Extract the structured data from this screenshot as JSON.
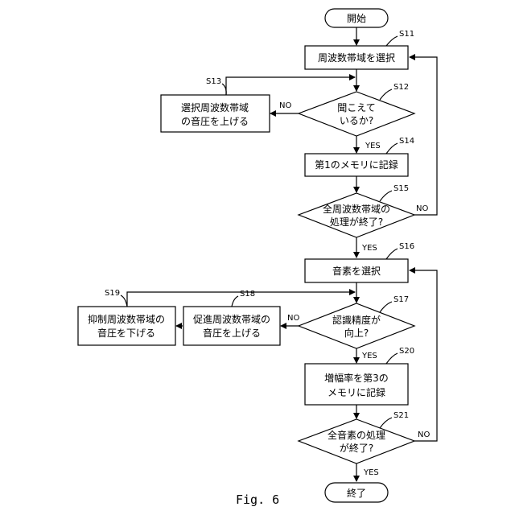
{
  "nodes": {
    "start": "開始",
    "s11": "周波数帯域を選択",
    "s12_l1": "聞こえて",
    "s12_l2": "いるか?",
    "s13_l1": "選択周波数帯域",
    "s13_l2": "の音圧を上げる",
    "s14": "第1のメモリに記録",
    "s15_l1": "全周波数帯域の",
    "s15_l2": "処理が終了?",
    "s16": "音素を選択",
    "s17_l1": "認識精度が",
    "s17_l2": "向上?",
    "s18_l1": "促進周波数帯域の",
    "s18_l2": "音圧を上げる",
    "s19_l1": "抑制周波数帯域の",
    "s19_l2": "音圧を下げる",
    "s20_l1": "増幅率を第3の",
    "s20_l2": "メモリに記録",
    "s21_l1": "全音素の処理",
    "s21_l2": "が終了?",
    "end": "終了"
  },
  "step_labels": {
    "s11": "S11",
    "s12": "S12",
    "s13": "S13",
    "s14": "S14",
    "s15": "S15",
    "s16": "S16",
    "s17": "S17",
    "s18": "S18",
    "s19": "S19",
    "s20": "S20",
    "s21": "S21"
  },
  "edge_labels": {
    "s12_no": "NO",
    "s12_yes": "YES",
    "s15_no": "NO",
    "s15_yes": "YES",
    "s17_no": "NO",
    "s17_yes": "YES",
    "s21_no": "NO",
    "s21_yes": "YES"
  },
  "caption": "Fig. 6"
}
